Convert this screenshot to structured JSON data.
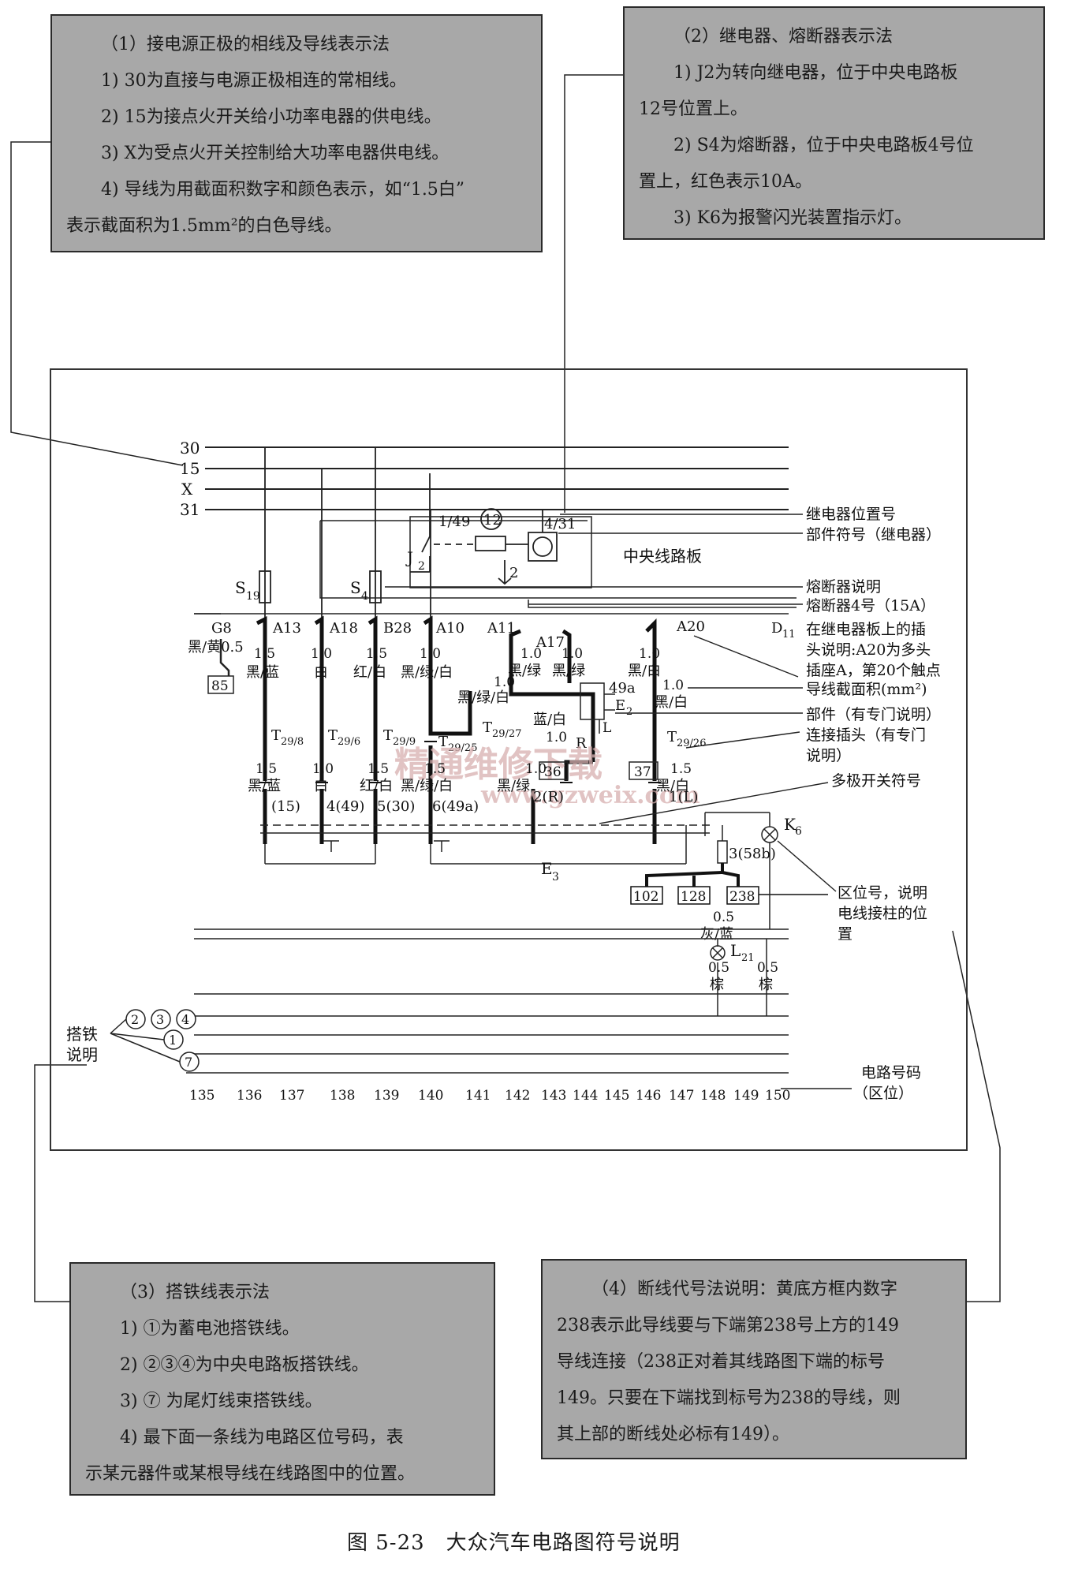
{
  "notes": {
    "n1": {
      "title": "（1）接电源正极的相线及导线表示法",
      "l1": "1) 30为直接与电源正极相连的常相线。",
      "l2": "2) 15为接点火开关给小功率电器的供电线。",
      "l3": "3) X为受点火开关控制给大功率电器供电线。",
      "l4a": "4) 导线为用截面积数字和颜色表示，如“1.5白”",
      "l4b": "表示截面积为1.5mm²的白色导线。"
    },
    "n2": {
      "title": "（2）继电器、熔断器表示法",
      "l1a": "1) J2为转向继电器，位于中央电路板",
      "l1b": "12号位置上。",
      "l2a": "2) S4为熔断器，位于中央电路板4号位",
      "l2b": "置上，红色表示10A。",
      "l3": "3) K6为报警闪光装置指示灯。"
    },
    "n3": {
      "title": "（3）搭铁线表示法",
      "l1": "1) ①为蓄电池搭铁线。",
      "l2": "2) ②③④为中央电路板搭铁线。",
      "l3": "3) ⑦ 为尾灯线束搭铁线。",
      "l4a": "4) 最下面一条线为电路区位号码，表",
      "l4b": "示某元器件或某根导线在线路图中的位置。"
    },
    "n4": {
      "l1": "（4）断线代号法说明：黄底方框内数字",
      "l2": "238表示此导线要与下端第238号上方的149",
      "l3": "导线连接（238正对着其线路图下端的标号",
      "l4": "149。只要在下端找到标号为238的导线，则",
      "l5": "其上部的断线处必标有149）。"
    }
  },
  "diagram": {
    "rails": [
      "30",
      "15",
      "X",
      "31"
    ],
    "relay": {
      "j": "J",
      "j_sub": "2",
      "pin_a": "1/49",
      "pos": "12",
      "pin_b": "4/31",
      "pin_c": "2"
    },
    "fuses": {
      "s19": "S",
      "s19_sub": "19",
      "s4": "S",
      "s4_sub": "4"
    },
    "g8": "G8",
    "g8_wire": "黑/黄0.5",
    "box85": "85",
    "terminals": [
      "A13",
      "A18",
      "B28",
      "A10",
      "A11",
      "A17",
      "A20",
      "D"
    ],
    "d_sub": "11",
    "wire_sizes": {
      "w1": "1.5",
      "w2": "1.0",
      "w3": "1.5",
      "w4": "1.0",
      "w5": "1.0",
      "w6": "1.0",
      "w7": "1.0",
      "w8": "1.0",
      "w9": "1.0",
      "w10": "1.0"
    },
    "wire_colors": {
      "c1": "黑/蓝",
      "c2": "白",
      "c3": "红/白",
      "c4": "黑/绿/白",
      "c5": "黑/绿",
      "c6": "黑/绿",
      "c7": "黑/白",
      "c8": "黑/绿/白",
      "c9": "黑/白",
      "c10": "蓝/白"
    },
    "label_49a": "49a",
    "label_E": "E",
    "label_E_sub": "2",
    "label_R": "R",
    "label_L": "L",
    "connectors": [
      "T",
      "T",
      "T",
      "T",
      "T",
      "T"
    ],
    "connector_subs": [
      "29/8",
      "29/6",
      "29/9",
      "29/25",
      "29/27",
      "29/26"
    ],
    "lower_sizes": {
      "s1": "1.5",
      "s2": "1.0",
      "s3": "1.5",
      "s4": "1.5",
      "s5": "1.0",
      "s6": "1.5"
    },
    "lower_colors": {
      "c1": "黑/蓝",
      "c2": "白",
      "c3": "红/白",
      "c4": "黑/绿/白",
      "c5": "黑/绿",
      "c6": "黑/白"
    },
    "switch_pins": [
      "(15)",
      "4(49)",
      "5(30)",
      "6(49a)",
      "2(R)",
      "1(L)"
    ],
    "box36": "36",
    "box37": "37",
    "E3": "E",
    "E3_sub": "3",
    "K6": "K",
    "K6_sub": "6",
    "pin58b": "3(58b)",
    "boxes": [
      "102",
      "128",
      "238"
    ],
    "w05a": "0.5",
    "grey_blue": "灰/蓝",
    "L21": "L",
    "L21_sub": "21",
    "brown_a": "0.5",
    "brown_a_c": "棕",
    "brown_b": "0.5",
    "brown_b_c": "棕",
    "central_board": "中央线路板",
    "ground_label_1": "搭铁",
    "ground_label_2": "说明",
    "ground_circles": [
      "2",
      "3",
      "4",
      "1",
      "7"
    ],
    "numbers": [
      "135",
      "136",
      "137",
      "138",
      "139",
      "140",
      "141",
      "142",
      "143",
      "144",
      "145",
      "146",
      "147",
      "148",
      "149",
      "150"
    ],
    "watermark": "精通维修下载",
    "watermark_url": "www.gzweix.com",
    "callouts": {
      "c1": "继电器位置号",
      "c2": "部件符号（继电器）",
      "c3": "熔断器说明",
      "c4": "熔断器4号（15A）",
      "c5": "在继电器板上的插",
      "c6": "头说明:A20为多头",
      "c7": "插座A，第20个触点",
      "c8": "导线截面积(mm²)",
      "c9": "部件（有专门说明）",
      "c10": "连接插头（有专门",
      "c11": "说明）",
      "c12": "多极开关符号",
      "c13": "区位号，说明",
      "c14": "电线接柱的位",
      "c15": "置",
      "c16": "电路号码",
      "c17": "（区位）"
    }
  },
  "caption": "图 5-23　大众汽车电路图符号说明"
}
